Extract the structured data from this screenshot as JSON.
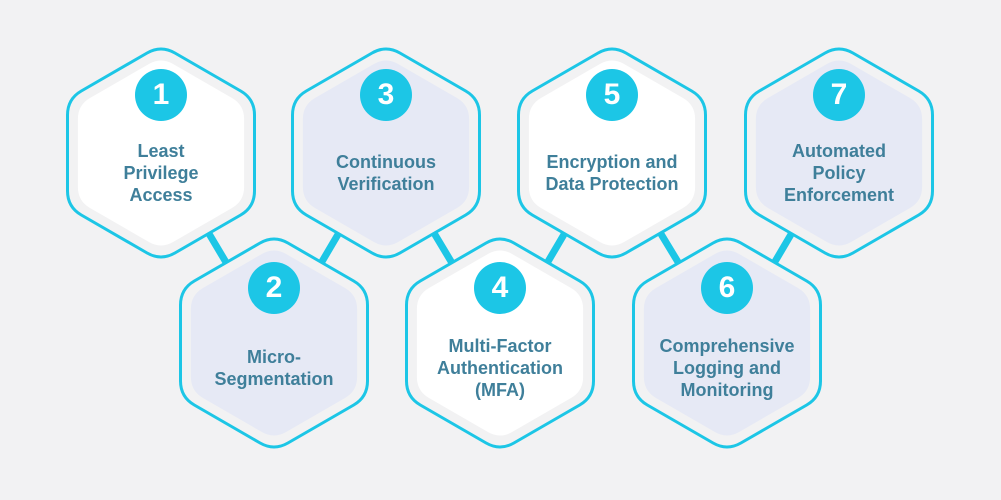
{
  "colors": {
    "background": "#f2f2f3",
    "accent": "#1cc6e6",
    "hex_fill_light": "#ffffff",
    "hex_fill_shaded": "#e6e9f5",
    "label_text": "#3f7f9a"
  },
  "items": [
    {
      "number": "1",
      "label": "Least Privilege Access",
      "fill": "light"
    },
    {
      "number": "2",
      "label": "Micro-Segmentation",
      "fill": "shaded"
    },
    {
      "number": "3",
      "label": "Continuous Verification",
      "fill": "shaded"
    },
    {
      "number": "4",
      "label": "Multi-Factor Authentication (MFA)",
      "fill": "light"
    },
    {
      "number": "5",
      "label": "Encryption and Data Protection",
      "fill": "light"
    },
    {
      "number": "6",
      "label": "Comprehensive Logging and Monitoring",
      "fill": "shaded"
    },
    {
      "number": "7",
      "label": "Automated Policy Enforcement",
      "fill": "shaded"
    }
  ]
}
